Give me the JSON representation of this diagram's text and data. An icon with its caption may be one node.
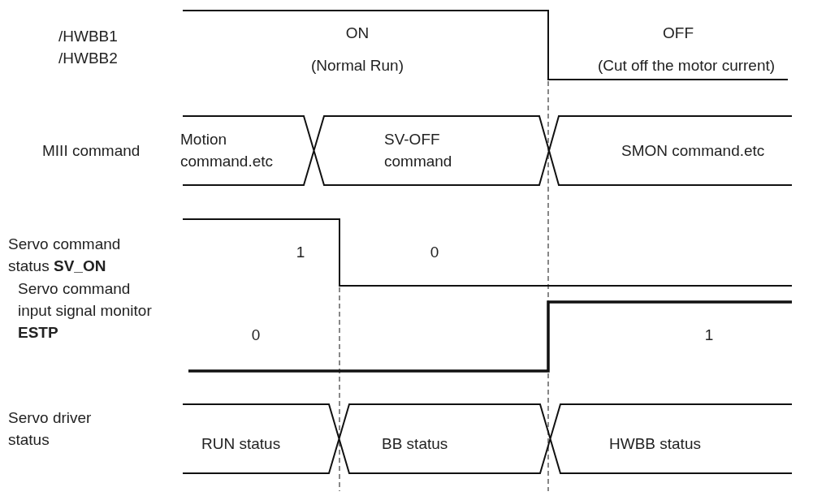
{
  "diagram": {
    "labels": [
      "/HWBB1 /HWBB2",
      "ON",
      "(Normal Run)",
      "OFF",
      "(Cut off the motor current)",
      "MIII command",
      "Motion command.etc",
      "SV-OFF command",
      "SMON command.etc",
      "Servo command status **SV_ON**",
      "1",
      "0",
      "Servo command input signal monitor **ESTP**",
      "0",
      "1",
      "Servo driver status",
      "RUN status",
      "BB status",
      "HWBB status"
    ]
  }
}
